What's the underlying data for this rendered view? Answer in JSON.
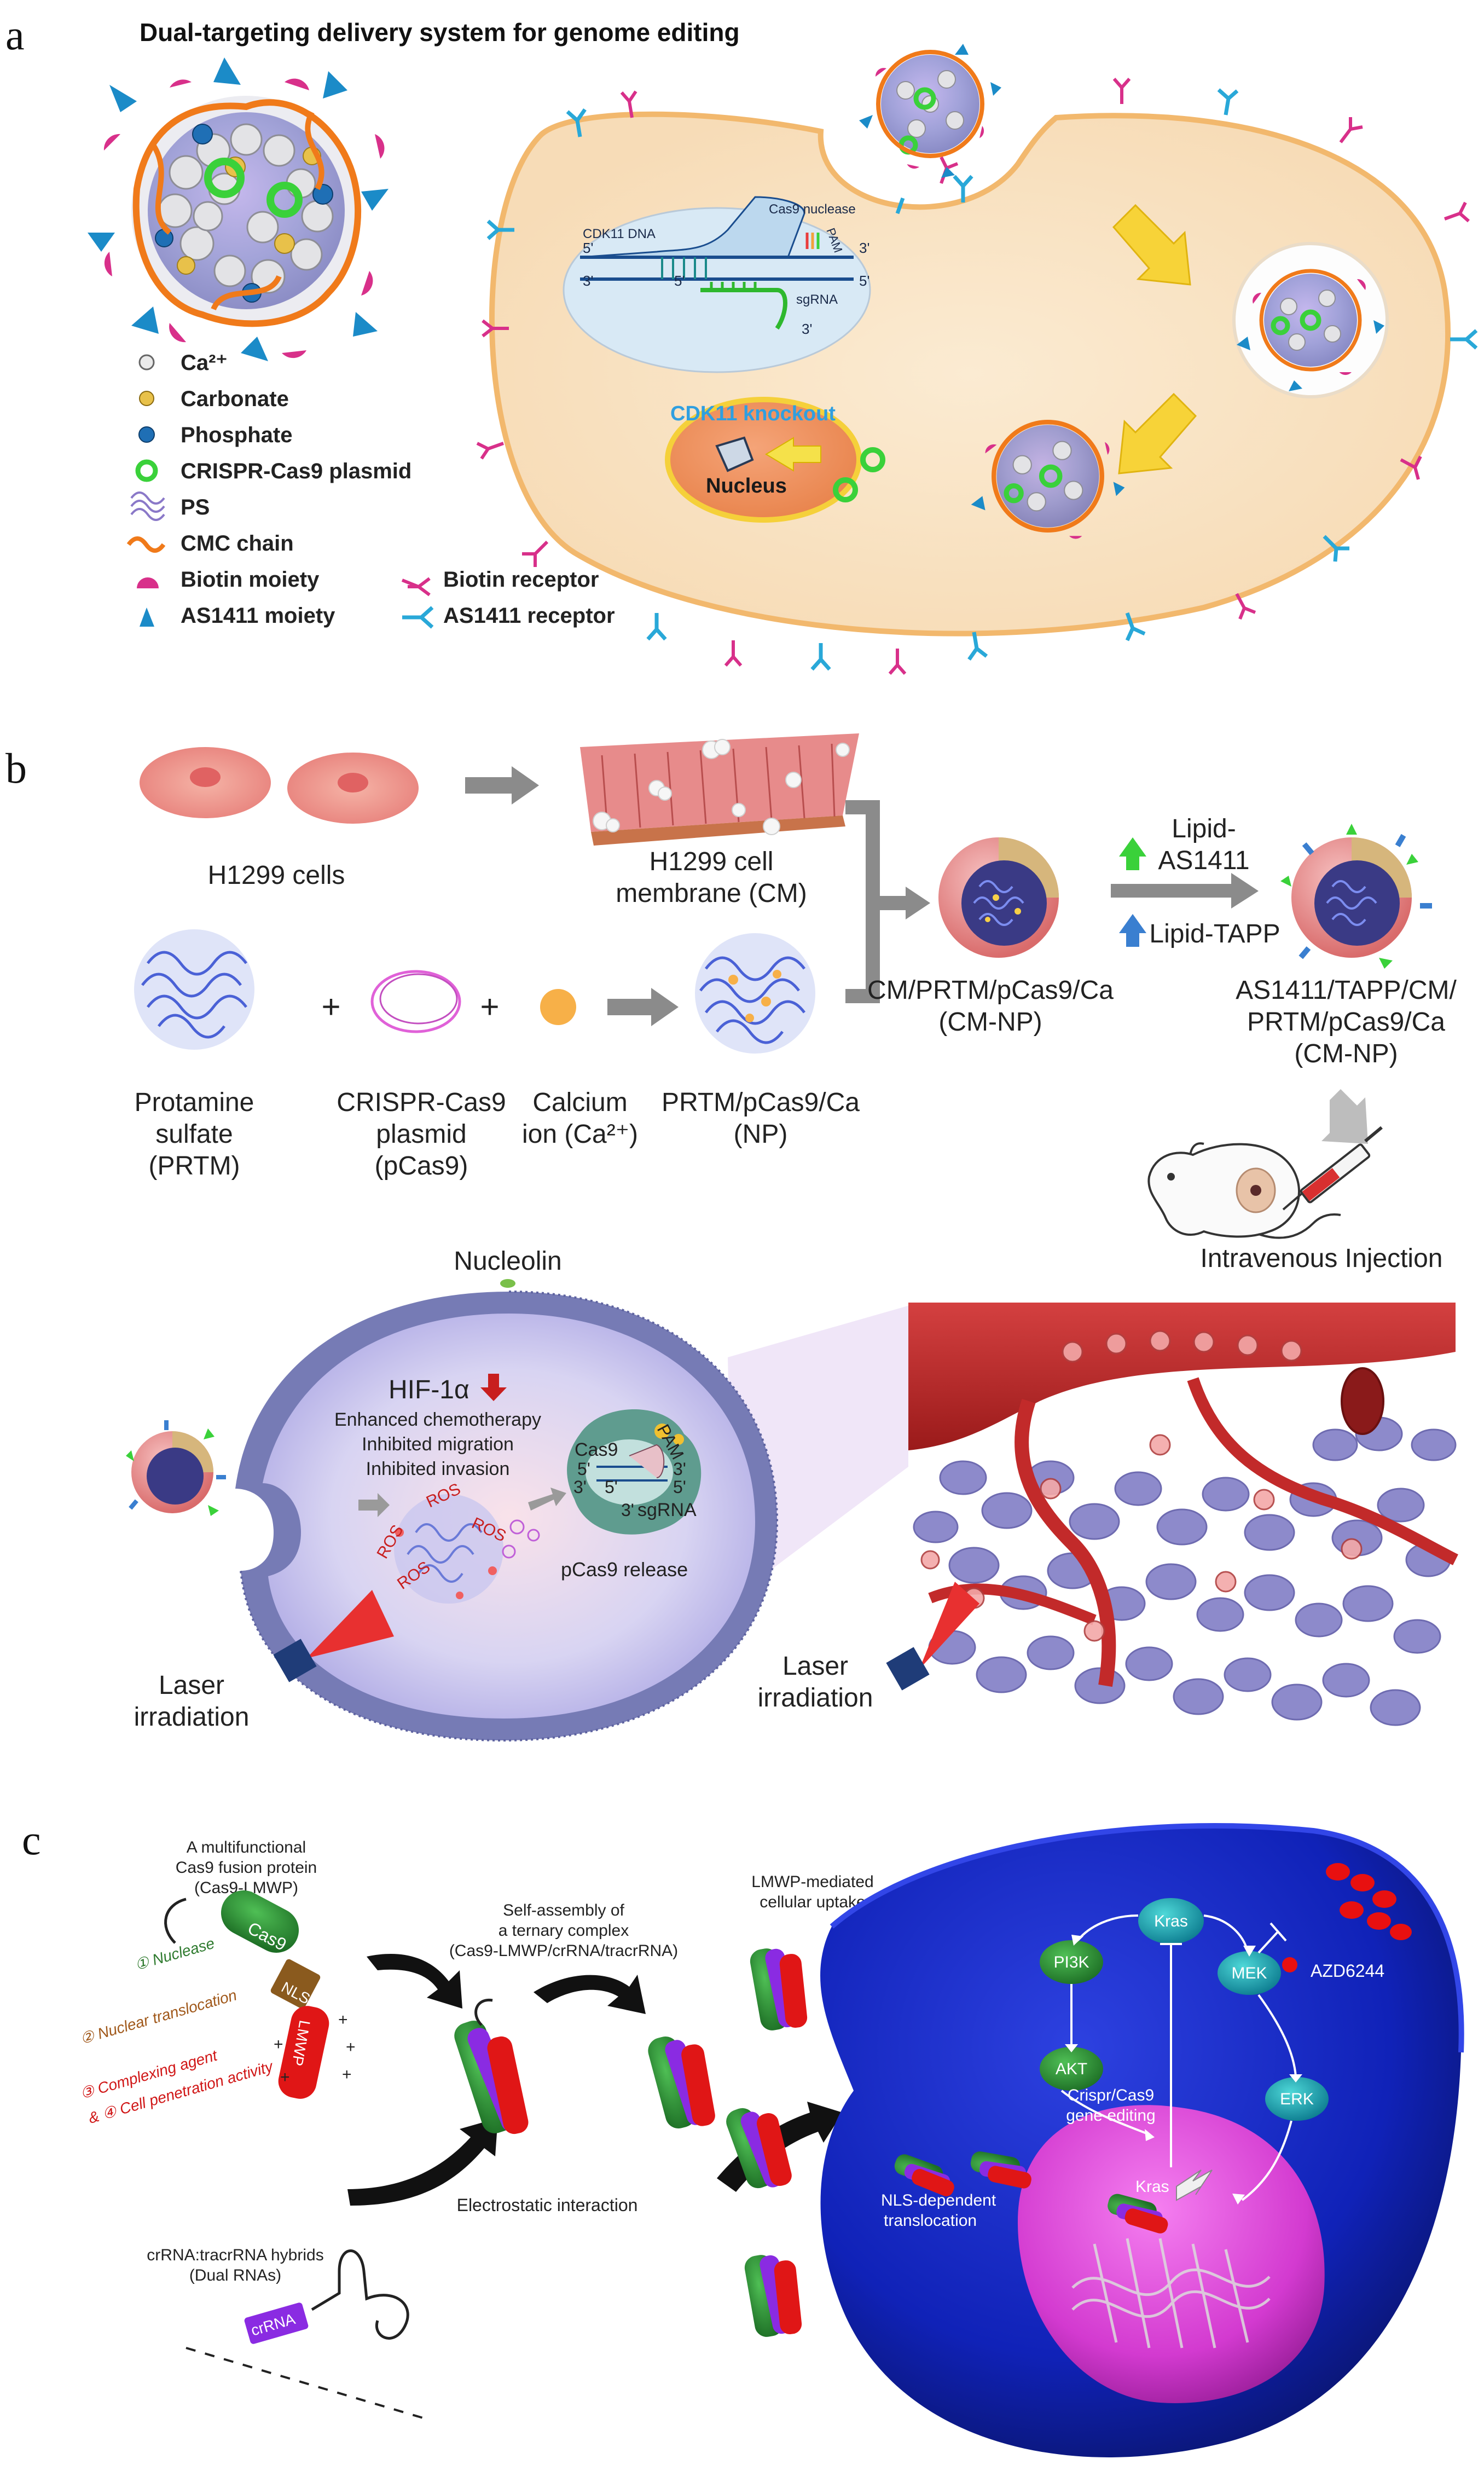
{
  "panel_a": {
    "letter": "a",
    "title": "Dual-targeting delivery system for genome editing",
    "legend": [
      {
        "label": "Ca²⁺",
        "color": "#d9d9d9"
      },
      {
        "label": "Carbonate",
        "color": "#e8c14a"
      },
      {
        "label": "Phosphate",
        "color": "#1f6fb5"
      },
      {
        "label": "CRISPR-Cas9 plasmid",
        "color": "#3ad13a"
      },
      {
        "label": "PS",
        "color": "#8a78c8"
      },
      {
        "label": "CMC chain",
        "color": "#f07a1a"
      },
      {
        "label": "Biotin moiety",
        "color": "#d8308a"
      },
      {
        "label": "AS1411 moiety",
        "color": "#1b8bc8"
      }
    ],
    "legend_receptors": [
      {
        "label": "Biotin receptor",
        "color": "#d8308a"
      },
      {
        "label": "AS1411 receptor",
        "color": "#29a8d8"
      }
    ],
    "dna": {
      "cdk11": "CDK11 DNA",
      "cas9": "Cas9 nuclease",
      "pam": "PAM",
      "sgrna": "sgRNA",
      "p5": "5'",
      "p3": "3'"
    },
    "knockout": "CDK11 knockout",
    "nucleus": "Nucleus"
  },
  "panel_b": {
    "letter": "b",
    "h1299": "H1299 cells",
    "membrane": [
      "H1299 cell",
      "membrane (CM)"
    ],
    "protamine": [
      "Protamine",
      "sulfate",
      "(PRTM)"
    ],
    "plasmid": [
      "CRISPR-Cas9",
      "plasmid",
      "(pCas9)"
    ],
    "calcium": [
      "Calcium",
      "ion (Ca²⁺)"
    ],
    "np": [
      "PRTM/pCas9/Ca",
      "(NP)"
    ],
    "cmnp": [
      "CM/PRTM/pCas9/Ca",
      "(CM-NP)"
    ],
    "lipid_as": [
      "Lipid-",
      "AS1411"
    ],
    "lipid_tapp": "Lipid-TAPP",
    "final": [
      "AS1411/TAPP/CM/",
      "PRTM/pCas9/Ca",
      "(CM-NP)"
    ],
    "plus": "+",
    "injection": "Intravenous Injection",
    "nucleolin": "Nucleolin",
    "hif": "HIF-1α",
    "effects": [
      "Enhanced chemotherapy",
      "Inhibited migration",
      "Inhibited invasion"
    ],
    "cas9": "Cas9",
    "pam": "PAM",
    "sgrna": "sgRNA",
    "ros": "ROS",
    "release": "pCas9 release",
    "laser": [
      "Laser",
      "irradiation"
    ],
    "p5": "5'",
    "p3": "3'"
  },
  "panel_c": {
    "letter": "c",
    "protein_title": [
      "A multifunctional",
      "Cas9 fusion protein",
      "(Cas9-LMWP)"
    ],
    "cas9": "Cas9",
    "nls": "NLS",
    "lmwp": "LMWP",
    "nuclease": "① Nuclease",
    "nuclear": "② Nuclear translocation",
    "complexing": "③ Complexing agent",
    "penetration": "& ④ Cell penetration activity",
    "assembly": [
      "Self-assembly of",
      "a ternary complex",
      "(Cas9-LMWP/crRNA/tracrRNA)"
    ],
    "uptake": [
      "LMWP-mediated",
      "cellular uptake"
    ],
    "electrostatic": "Electrostatic interaction",
    "hybrids": [
      "crRNA:tracrRNA hybrids",
      "(Dual RNAs)"
    ],
    "crrna": "crRNA",
    "pi3k": "PI3K",
    "akt": "AKT",
    "kras": "Kras",
    "mek": "MEK",
    "erk": "ERK",
    "azd": "AZD6244",
    "crispr": [
      "Crispr/Cas9",
      "gene editing"
    ],
    "nls_dep": [
      "NLS-dependent",
      "translocation"
    ],
    "kras_n": "Kras"
  }
}
